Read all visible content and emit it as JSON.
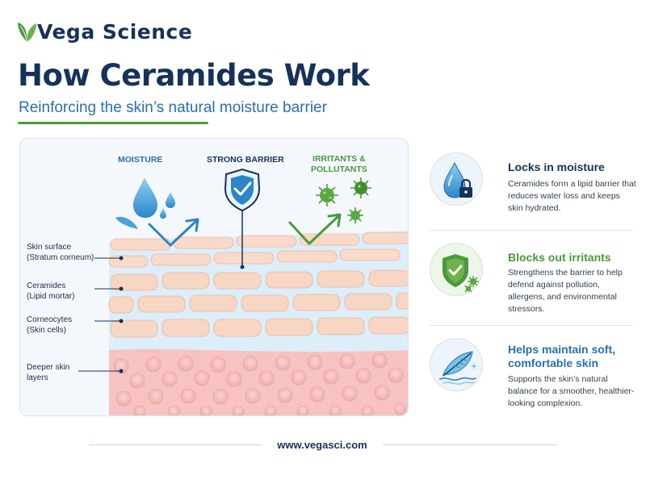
{
  "brand": {
    "name": "Vega Science",
    "icon": "leaf-icon"
  },
  "header": {
    "title": "How Ceramides Work",
    "subtitle": "Reinforcing the skin’s natural moisture barrier"
  },
  "diagram": {
    "top_labels": {
      "moisture": "MOISTURE",
      "barrier": "STRONG BARRIER",
      "irritants_line1": "IRRITANTS &",
      "irritants_line2": "POLLUTANTS"
    },
    "layers": [
      {
        "name": "Skin surface",
        "sub": "(Stratum corneum)"
      },
      {
        "name": "Ceramides",
        "sub": "(Lipid mortar)"
      },
      {
        "name": "Corneocytes",
        "sub": "(Skin cells)"
      },
      {
        "name": "Deeper skin",
        "sub": "layers"
      }
    ],
    "icons": [
      "water-drop-icon",
      "shield-check-icon",
      "germ-icon",
      "deflect-arrow-icon"
    ]
  },
  "benefits": [
    {
      "icon": "water-drop-lock-icon",
      "title": "Locks in moisture",
      "description": "Ceramides form a lipid barrier that reduces water loss and keeps skin hydrated."
    },
    {
      "icon": "shield-germs-icon",
      "title": "Blocks out irritants",
      "description": "Strengthens the barrier to help defend against pollution, allergens, and environmental stressors."
    },
    {
      "icon": "feather-icon",
      "title": "Helps maintain soft, comfortable skin",
      "description": "Supports the skin’s natural balance for a smoother, healthier-looking complexion."
    }
  ],
  "footer": {
    "website": "www.vegasci.com"
  },
  "colors": {
    "navy": "#16325a",
    "blue": "#2b6fae",
    "green": "#4a9a3c",
    "skin": "#f8d7c7",
    "deep_skin": "#f3b3b6",
    "lipid": "#dbeef9"
  }
}
